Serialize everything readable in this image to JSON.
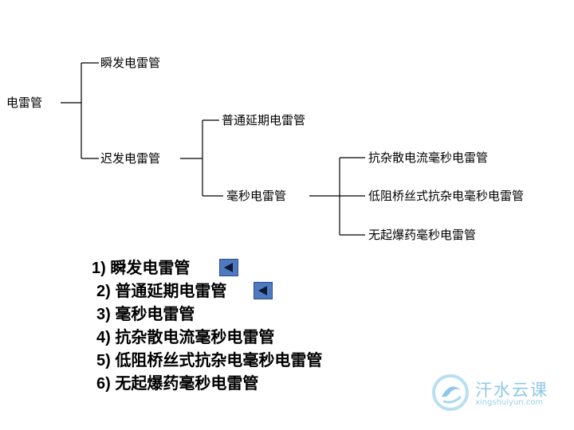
{
  "tree": {
    "root": "电雷管",
    "instant": "瞬发电雷管",
    "delay": "迟发电雷管",
    "ordinary_delay": "普通延期电雷管",
    "millisecond": "毫秒电雷管",
    "ms_antistatic": "抗杂散电流毫秒电雷管",
    "ms_low_resistance": "低阻桥丝式抗杂电毫秒电雷管",
    "ms_no_flash": "无起爆药毫秒电雷管"
  },
  "list": {
    "items": [
      "1) 瞬发电雷管",
      "2) 普通延期电雷管",
      "3) 毫秒电雷管",
      "4) 抗杂散电流毫秒电雷管",
      "5) 低阻桥丝式抗杂电毫秒电雷管",
      "6) 无起爆药毫秒电雷管"
    ]
  },
  "logo": {
    "name": "汗水云课",
    "url": "xingshuiyun.com"
  },
  "colors": {
    "nav_button": "#4f7ac2",
    "logo": "#8ec8e8"
  },
  "icons": {
    "nav_button": "back-arrow-icon",
    "logo": "water-drop-logo-icon"
  }
}
